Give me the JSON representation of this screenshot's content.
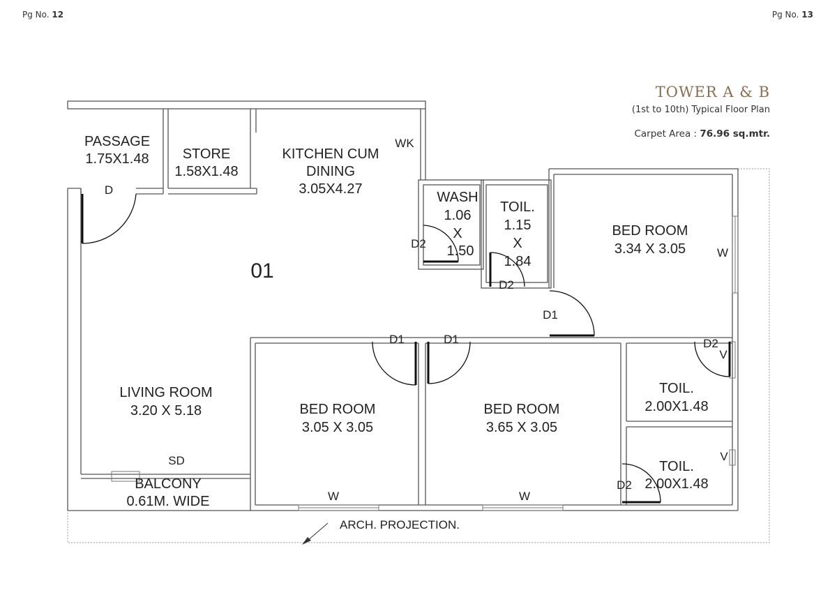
{
  "page_numbers": {
    "left_label": "Pg No.",
    "left_num": "12",
    "right_label": "Pg No.",
    "right_num": "13"
  },
  "header": {
    "tower": "TOWER A & B",
    "subtitle": "(1st to 10th) Typical Floor Plan",
    "carpet_label": "Carpet Area :",
    "carpet_value": "76.96 sq.mtr."
  },
  "plan": {
    "unit_number": "01",
    "rooms": {
      "passage": {
        "name": "PASSAGE",
        "size": "1.75X1.48"
      },
      "store": {
        "name": "STORE",
        "size": "1.58X1.48"
      },
      "kitchen": {
        "name1": "KITCHEN CUM",
        "name2": "DINING",
        "size": "3.05X4.27"
      },
      "wash": {
        "name": "WASH",
        "w": "1.06",
        "x": "X",
        "h": "1.50"
      },
      "toilet1": {
        "name": "TOIL.",
        "w": "1.15",
        "x": "X",
        "h": "1.84"
      },
      "bed_right": {
        "name": "BED ROOM",
        "size": "3.34 X 3.05"
      },
      "living": {
        "name": "LIVING ROOM",
        "size": "3.20 X 5.18"
      },
      "bed_mid": {
        "name": "BED ROOM",
        "size": "3.05 X 3.05"
      },
      "bed_center": {
        "name": "BED ROOM",
        "size": "3.65 X 3.05"
      },
      "toilet2": {
        "name": "TOIL.",
        "size": "2.00X1.48"
      },
      "toilet3": {
        "name": "TOIL.",
        "size": "2.00X1.48"
      },
      "balcony": {
        "name": "BALCONY",
        "size": "0.61M. WIDE"
      }
    },
    "labels": {
      "wk": "WK",
      "door_main": "D",
      "d2_wash": "D2",
      "d2_toil1": "D2",
      "d1_bed_right": "D1",
      "d1_bed_mid": "D1",
      "d1_bed_center": "D1",
      "d2_toil2": "D2",
      "d2_toil3": "D2",
      "w_bed_right": "W",
      "w_bed_mid": "W",
      "w_bed_center": "W",
      "v_toil2": "V",
      "v_toil3": "V",
      "sd": "SD",
      "arch": "ARCH. PROJECTION."
    }
  }
}
